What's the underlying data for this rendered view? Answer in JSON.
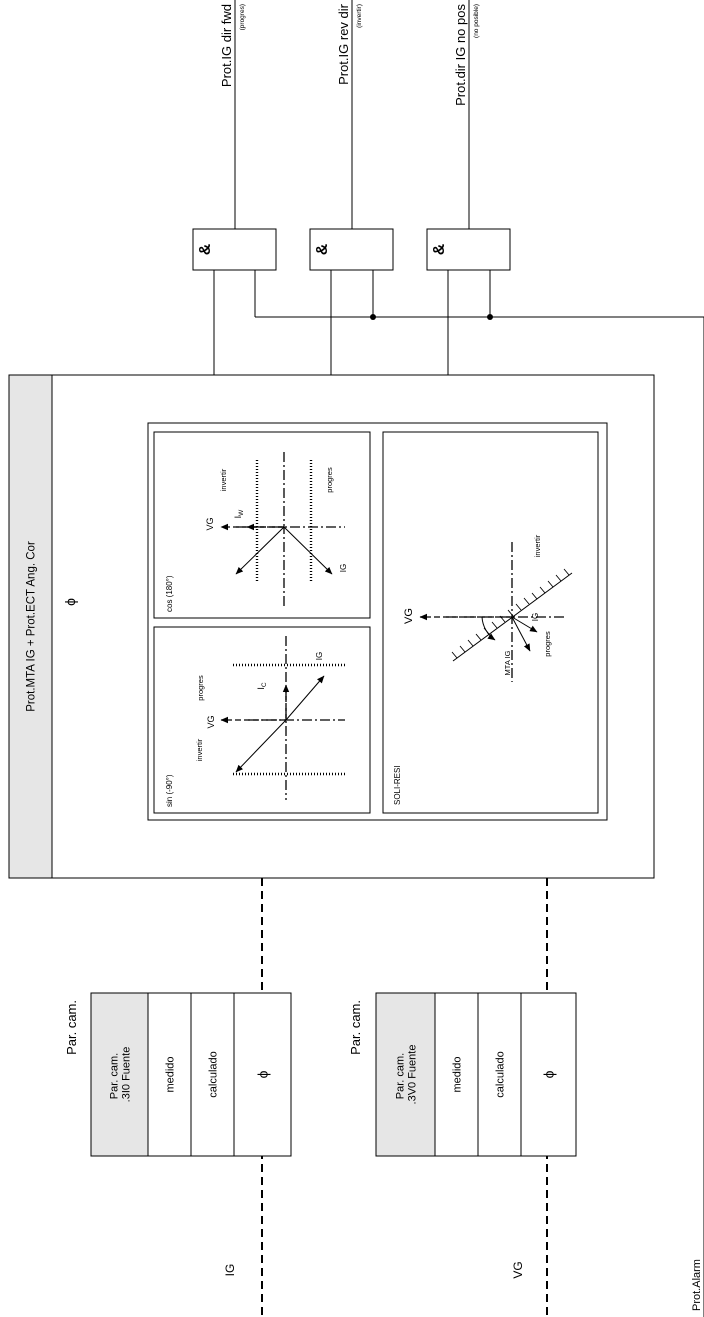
{
  "outputs": {
    "fwd": {
      "label": "Prot.IG dir fwd",
      "note": "(progres)"
    },
    "rev": {
      "label": "Prot.IG rev dir",
      "note": "(invertir)"
    },
    "nopos": {
      "label": "Prot.dir IG no pos",
      "note": "(no posible)"
    }
  },
  "and_gates": {
    "symbol": "&"
  },
  "main_block": {
    "title": "Prot.MTA IG + Prot.ECT Ang. Cor",
    "phi": "ϕ"
  },
  "sin_panel": {
    "title": "sin (-90°)",
    "invertir": "invertir",
    "progres": "progres",
    "vg": "VG",
    "ic_main": "I",
    "ic_sub": "C",
    "ig": "IG"
  },
  "cos_panel": {
    "title": "cos (180°)",
    "invertir": "invertir",
    "progres": "progres",
    "vg": "VG",
    "iw_main": "I",
    "iw_sub": "W",
    "ig": "IG"
  },
  "soli_panel": {
    "title": "SOLI-RESI",
    "invertir": "invertir",
    "progres": "progres",
    "vg": "VG",
    "mta": "MTA IG",
    "ig": "IG"
  },
  "ig_source": {
    "header": "Par. cam.",
    "title_line1": "Par. cam.",
    "title_line2": ".3I0 Fuente",
    "opt1": "medido",
    "opt2": "calculado",
    "opt3": "ϕ",
    "signal": "IG"
  },
  "vg_source": {
    "header": "Par. cam.",
    "title_line1": "Par. cam.",
    "title_line2": ".3V0 Fuente",
    "opt1": "medido",
    "opt2": "calculado",
    "opt3": "ϕ",
    "signal": "VG"
  },
  "alarm_signal": "Prot.Alarm"
}
